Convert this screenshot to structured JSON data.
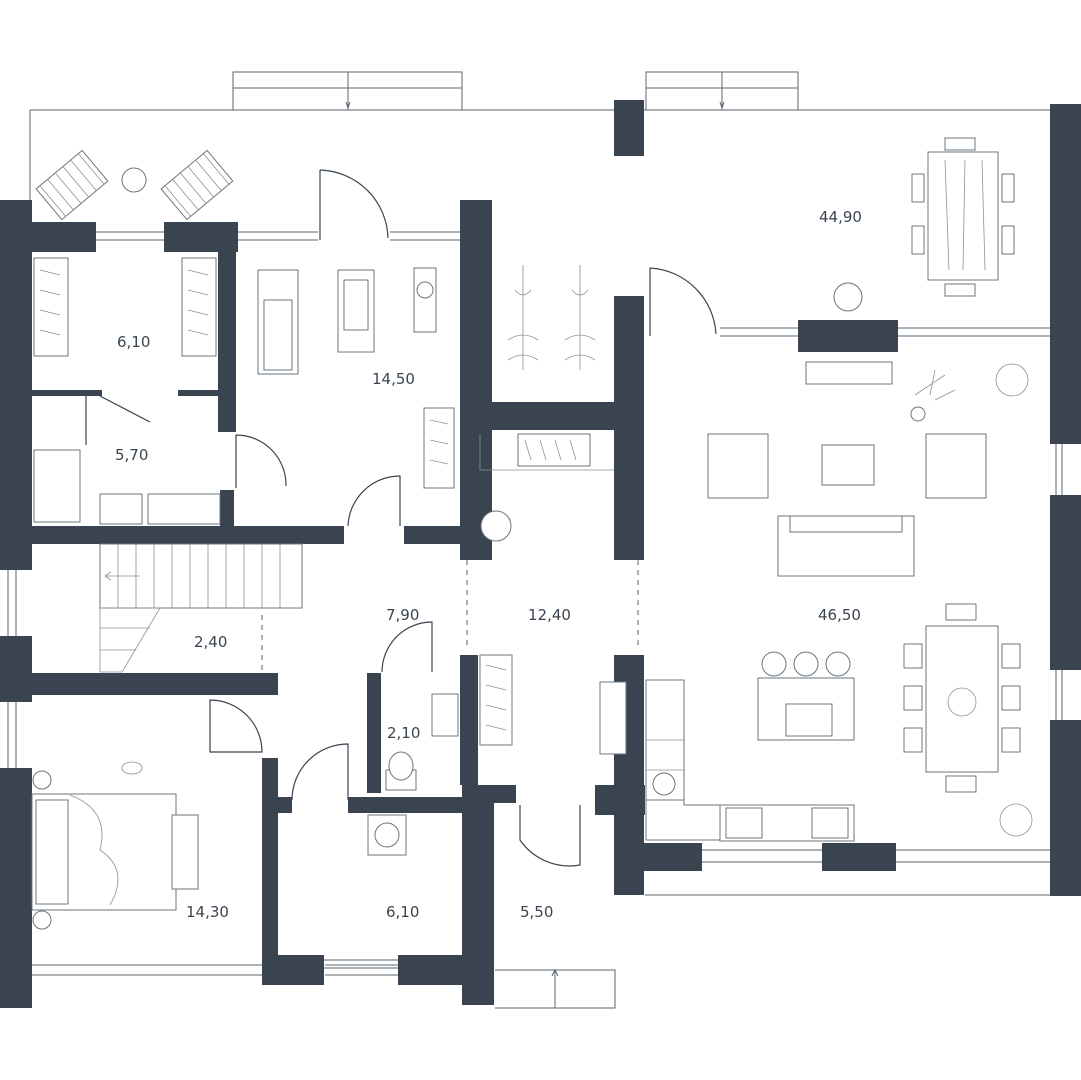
{
  "rooms": [
    {
      "id": "terrace-living",
      "area": "44,90"
    },
    {
      "id": "wardrobe",
      "area": "6,10"
    },
    {
      "id": "gym",
      "area": "14,50"
    },
    {
      "id": "bathroom",
      "area": "5,70"
    },
    {
      "id": "stairs",
      "area": "2,40"
    },
    {
      "id": "hall",
      "area": "7,90"
    },
    {
      "id": "corridor",
      "area": "12,40"
    },
    {
      "id": "living-kitchen",
      "area": "46,50"
    },
    {
      "id": "wc",
      "area": "2,10"
    },
    {
      "id": "bedroom",
      "area": "14,30"
    },
    {
      "id": "laundry",
      "area": "6,10"
    },
    {
      "id": "entrance",
      "area": "5,50"
    }
  ],
  "colors": {
    "wall": "#3a4450",
    "line": "#5a646e",
    "background": "#ffffff"
  }
}
